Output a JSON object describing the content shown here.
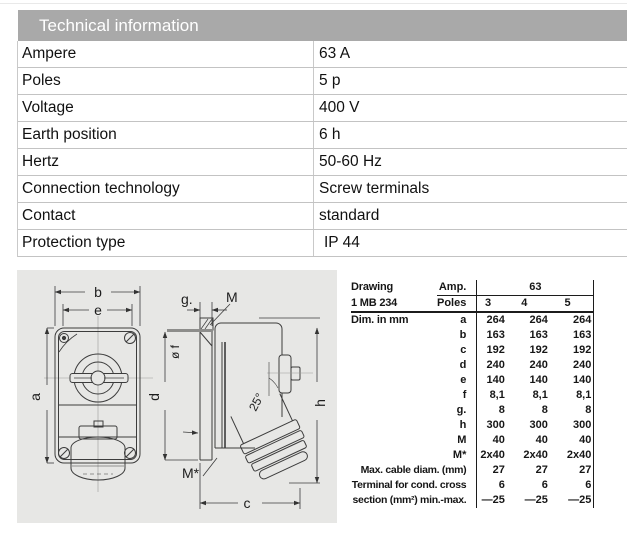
{
  "colors": {
    "header_bg": "#a9a9a9",
    "header_text": "#ffffff",
    "panel_bg": "#e7e7e5",
    "table_border": "#c3c3c3"
  },
  "header": {
    "title": "Technical information"
  },
  "spec_table": {
    "rows": [
      {
        "label": "Ampere",
        "value": "63 A"
      },
      {
        "label": "Poles",
        "value": "5 p"
      },
      {
        "label": "Voltage",
        "value": "400 V"
      },
      {
        "label": "Earth position",
        "value": "6 h"
      },
      {
        "label": "Hertz",
        "value": "50-60 Hz"
      },
      {
        "label": "Connection technology",
        "value": "Screw terminals"
      },
      {
        "label": "Contact",
        "value": "standard"
      },
      {
        "label": "Protection type",
        "value": "IP 44"
      }
    ]
  },
  "drawing": {
    "labels": {
      "b": "b",
      "e": "e",
      "a": "a",
      "g": "g.",
      "M": "M",
      "of": "ø f",
      "d": "d",
      "angle": "25°",
      "h": "h",
      "Mstar": "M*",
      "c": "c"
    }
  },
  "dim_table": {
    "header": {
      "drawing_label": "Drawing",
      "drawing_number": "1 MB 234",
      "amp_label": "Amp.",
      "amp_value": "63",
      "poles_label": "Poles",
      "pole_cols": [
        "3",
        "4",
        "5"
      ]
    },
    "dim_in_mm_label": "Dim. in mm",
    "rows": [
      {
        "dim": "a",
        "values": [
          "264",
          "264",
          "264"
        ]
      },
      {
        "dim": "b",
        "values": [
          "163",
          "163",
          "163"
        ]
      },
      {
        "dim": "c",
        "values": [
          "192",
          "192",
          "192"
        ]
      },
      {
        "dim": "d",
        "values": [
          "240",
          "240",
          "240"
        ]
      },
      {
        "dim": "e",
        "values": [
          "140",
          "140",
          "140"
        ]
      },
      {
        "dim": "f",
        "values": [
          "8,1",
          "8,1",
          "8,1"
        ]
      },
      {
        "dim": "g.",
        "values": [
          "8",
          "8",
          "8"
        ]
      },
      {
        "dim": "h",
        "values": [
          "300",
          "300",
          "300"
        ]
      },
      {
        "dim": "M",
        "values": [
          "40",
          "40",
          "40"
        ]
      },
      {
        "dim": "M*",
        "values": [
          "2x40",
          "2x40",
          "2x40"
        ]
      }
    ],
    "extra_rows": [
      {
        "label": "Max. cable diam. (mm)",
        "values": [
          "27",
          "27",
          "27"
        ]
      },
      {
        "label": "Terminal for cond. cross",
        "values": [
          "6",
          "6",
          "6"
        ]
      },
      {
        "label": "section (mm²) min.-max.",
        "values": [
          "—25",
          "—25",
          "—25"
        ]
      }
    ]
  }
}
